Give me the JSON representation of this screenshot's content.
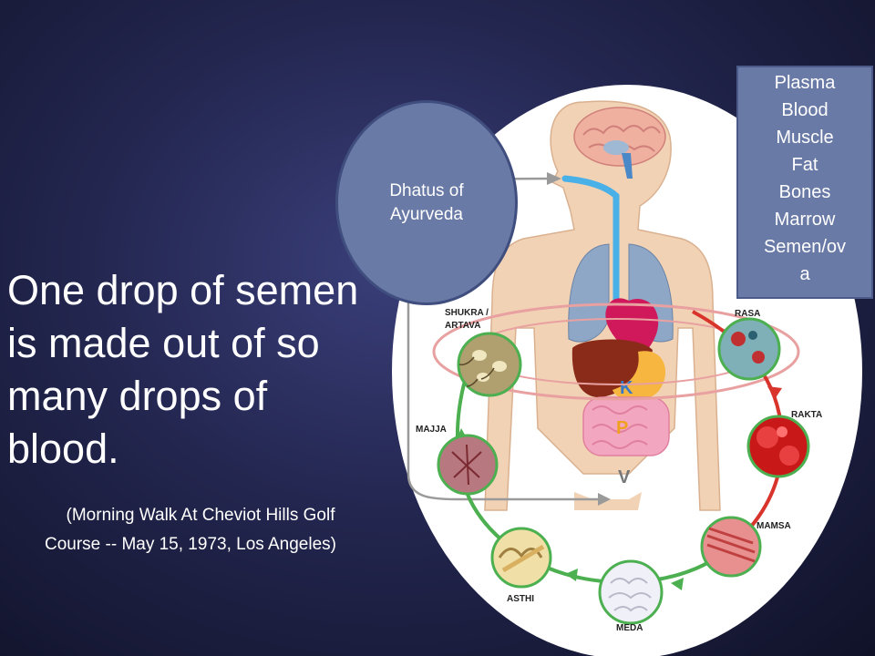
{
  "slide": {
    "main_text": "One drop of semen is made out of so many drops of blood.",
    "quote_line1": "(Morning Walk At Cheviot Hills Golf",
    "quote_line2": "Course -- May 15, 1973, Los Angeles)"
  },
  "callout": {
    "label": "Dhatus of Ayurveda"
  },
  "dhatu_list": [
    "Plasma",
    "Blood",
    "Muscle",
    "Fat",
    "Bones",
    "Marrow",
    "Semen/ov",
    "a"
  ],
  "diagram": {
    "labels": {
      "shukra_line1": "SHUKRA /",
      "shukra_line2": "ARTAVA",
      "majja": "MAJJA",
      "asthi": "ASTHI",
      "meda": "MEDA",
      "mamsa": "MAMSA",
      "rakta": "RAKTA",
      "rasa": "RASA",
      "letter_k": "K",
      "letter_p": "P",
      "letter_v": "V"
    },
    "colors": {
      "cycle_red": "#d8342c",
      "cycle_green": "#4caf50",
      "skin": "#f2d2b4",
      "liver": "#8a2a18",
      "heart": "#d0195a"
    }
  }
}
